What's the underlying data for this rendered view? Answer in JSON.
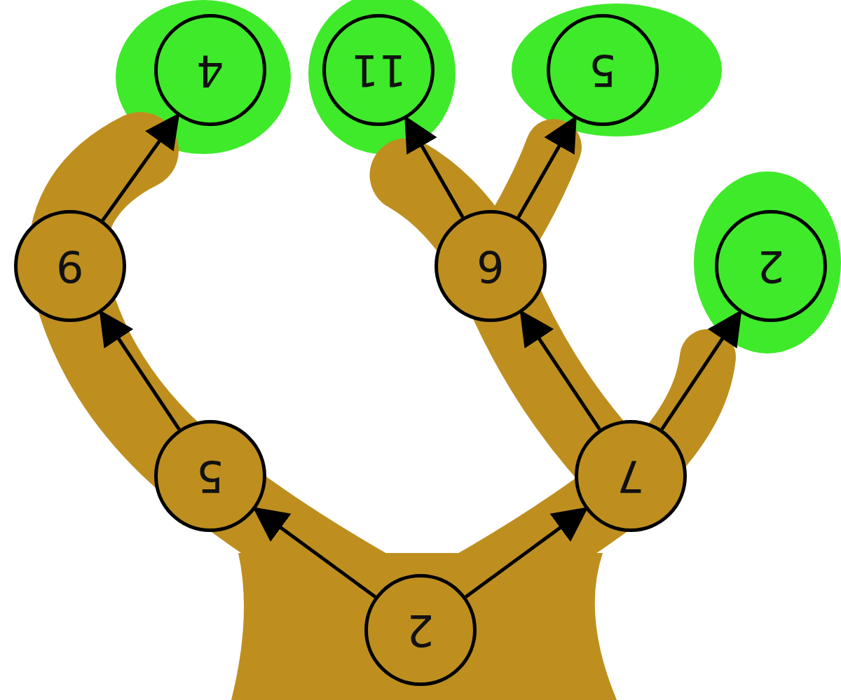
{
  "diagram": {
    "nodes": [
      {
        "text": [
          "2"
        ]
      },
      {
        "text": [
          "5"
        ]
      },
      {
        "text": [
          "7"
        ]
      },
      {
        "text": [
          "9"
        ]
      },
      {
        "text": [
          "6"
        ]
      },
      {
        "text": [
          "2"
        ]
      },
      {
        "text": [
          "4"
        ]
      },
      {
        "text": [
          "11"
        ]
      },
      {
        "text": [
          "5"
        ]
      }
    ],
    "edges": [
      {
        "from": 0,
        "to": 1,
        "arrow": "to"
      },
      {
        "from": 0,
        "to": 2,
        "arrow": "to"
      },
      {
        "from": 1,
        "to": 3,
        "arrow": "to"
      },
      {
        "from": 2,
        "to": 4,
        "arrow": "to"
      },
      {
        "from": 2,
        "to": 5,
        "arrow": "to"
      },
      {
        "from": 3,
        "to": 6,
        "arrow": "to"
      },
      {
        "from": 4,
        "to": 7,
        "arrow": "to"
      },
      {
        "from": 4,
        "to": 8,
        "arrow": "to"
      }
    ]
  }
}
